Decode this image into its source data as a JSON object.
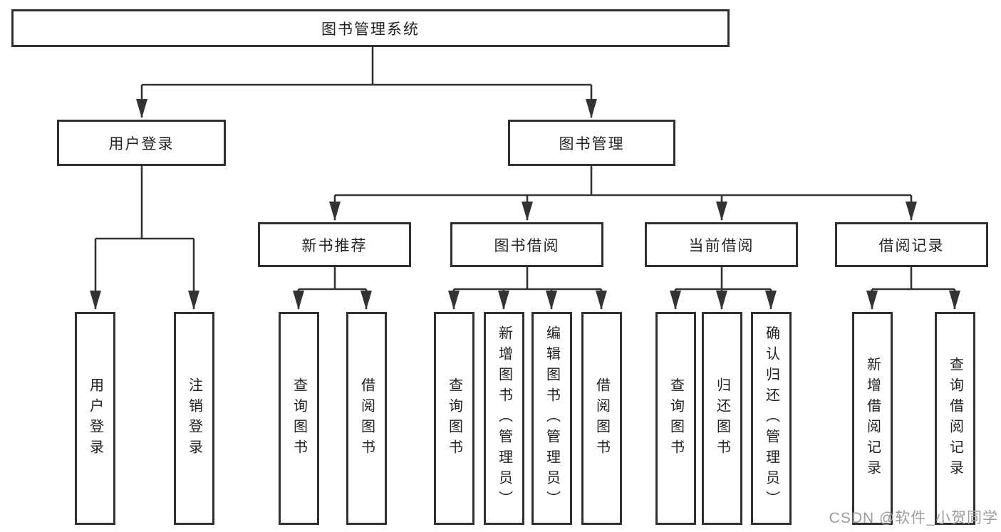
{
  "title": "图书管理系统",
  "colors": {
    "line": "#333333",
    "box_border": "#2f2f2f",
    "box_fill": "#ffffff",
    "text": "#222222",
    "watermark": "#9c9c9c",
    "background": "#ffffff"
  },
  "nodes": {
    "root": {
      "label": "图书管理系统"
    },
    "user_login": {
      "label": "用户登录"
    },
    "book_management": {
      "label": "图书管理"
    },
    "new_book_recommend": {
      "label": "新书推荐"
    },
    "book_borrow": {
      "label": "图书借阅"
    },
    "current_borrow": {
      "label": "当前借阅"
    },
    "borrow_records": {
      "label": "借阅记录"
    },
    "leaf_user_login": {
      "label": "用户登录"
    },
    "leaf_logout": {
      "label": "注销登录"
    },
    "leaf_recommend_query_book": {
      "label": "查询图书"
    },
    "leaf_recommend_borrow_book": {
      "label": "借阅图书"
    },
    "leaf_borrow_query_book": {
      "label": "查询图书"
    },
    "leaf_borrow_add_book": {
      "label": "新增图书（管理员）"
    },
    "leaf_borrow_edit_book": {
      "label": "编辑图书（管理员）"
    },
    "leaf_borrow_borrow_book": {
      "label": "借阅图书"
    },
    "leaf_current_query_book": {
      "label": "查询图书"
    },
    "leaf_current_return_book": {
      "label": "归还图书"
    },
    "leaf_current_confirm_return": {
      "label": "确认归还（管理员）"
    },
    "leaf_records_add_record": {
      "label": "新增借阅记录"
    },
    "leaf_records_query_record": {
      "label": "查询借阅记录"
    }
  },
  "watermark": {
    "text": "CSDN @软件_小贺同学"
  }
}
